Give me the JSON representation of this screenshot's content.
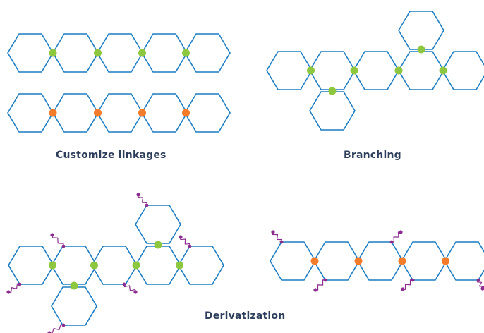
{
  "captions": {
    "customize_linkages": "Customize linkages",
    "branching": "Branching",
    "derivatization": "Derivatization"
  },
  "colors": {
    "ring_stroke": "#1d7dc2",
    "linkage_green": "#8dc63f",
    "linkage_orange": "#f37b2a",
    "substituent_purple": "#8b2c8f",
    "caption_text": "#2e3f5c"
  }
}
